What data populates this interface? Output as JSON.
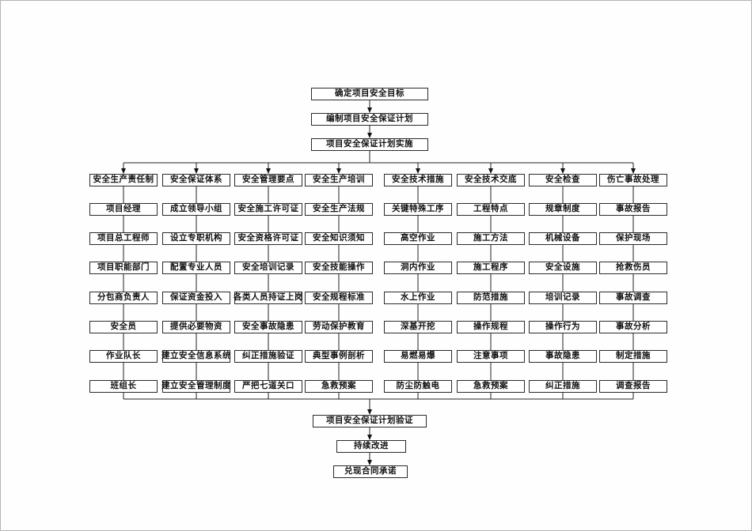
{
  "flow": {
    "top_chain": [
      "确定项目安全目标",
      "编制项目安全保证计划",
      "项目安全保证计划实施"
    ],
    "columns": [
      {
        "header": "安全生产责任制",
        "items": [
          "项目经理",
          "项目总工程师",
          "项目职能部门",
          "分包商负责人",
          "安全员",
          "作业队长",
          "班组长"
        ]
      },
      {
        "header": "安全保证体系",
        "items": [
          "成立领导小组",
          "设立专职机构",
          "配置专业人员",
          "保证资金投入",
          "提供必要物资",
          "建立安全信息系统",
          "建立安全管理制度"
        ]
      },
      {
        "header": "安全管理要点",
        "items": [
          "安全施工许可证",
          "安全资格许可证",
          "安全培训记录",
          "各类人员持证上岗",
          "安全事故隐患",
          "纠正措施验证",
          "严把七道关口"
        ]
      },
      {
        "header": "安全生产培训",
        "items": [
          "安全生产法规",
          "安全知识须知",
          "安全技能操作",
          "安全规程标准",
          "劳动保护教育",
          "典型事例剖析",
          "急救预案"
        ]
      },
      {
        "header": "安全技术措施",
        "items": [
          "关键特殊工序",
          "高空作业",
          "洞内作业",
          "水上作业",
          "深基开挖",
          "易燃易爆",
          "防尘防触电"
        ]
      },
      {
        "header": "安全技术交底",
        "items": [
          "工程特点",
          "施工方法",
          "施工程序",
          "防范措施",
          "操作规程",
          "注意事项",
          "急救预案"
        ]
      },
      {
        "header": "安全检查",
        "items": [
          "规章制度",
          "机械设备",
          "安全设施",
          "培训记录",
          "操作行为",
          "事故隐患",
          "纠正措施"
        ]
      },
      {
        "header": "伤亡事故处理",
        "items": [
          "事故报告",
          "保护现场",
          "抢救伤员",
          "事故调查",
          "事故分析",
          "制定措施",
          "调查报告"
        ]
      }
    ],
    "bottom_chain": [
      "项目安全保证计划验证",
      "持续改进",
      "兑现合同承诺"
    ],
    "line_color": "#222222"
  }
}
